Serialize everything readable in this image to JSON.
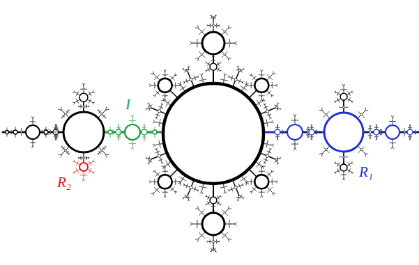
{
  "diagram": {
    "labels": [
      "I",
      "R₁",
      "R₂"
    ]
  }
}
